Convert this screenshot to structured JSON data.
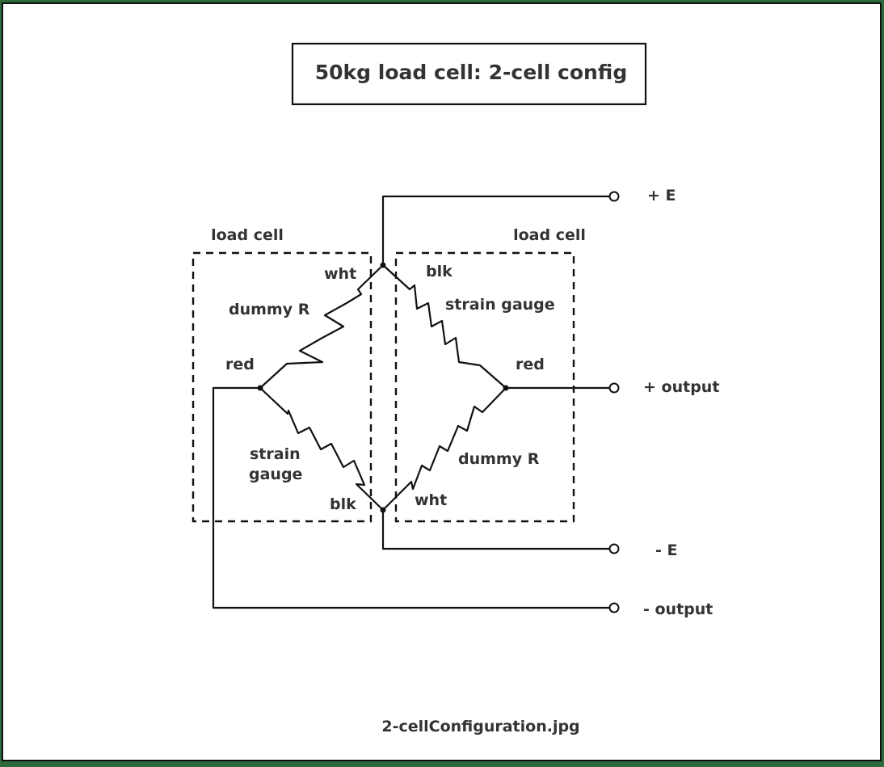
{
  "title": "50kg load cell: 2-cell config",
  "caption": "2-cellConfiguration.jpg",
  "load_cells": {
    "left_label": "load cell",
    "right_label": "load cell"
  },
  "wire_labels": {
    "left_wht": "wht",
    "left_red": "red",
    "left_blk": "blk",
    "right_blk": "blk",
    "right_red": "red",
    "right_wht": "wht"
  },
  "components": {
    "left_top": "dummy R",
    "left_bottom_line1": "strain",
    "left_bottom_line2": "gauge",
    "right_top": "strain gauge",
    "right_bottom": "dummy R"
  },
  "terminals": {
    "plus_e": "+ E",
    "plus_output": "+ output",
    "minus_e": "- E",
    "minus_output": "- output"
  }
}
